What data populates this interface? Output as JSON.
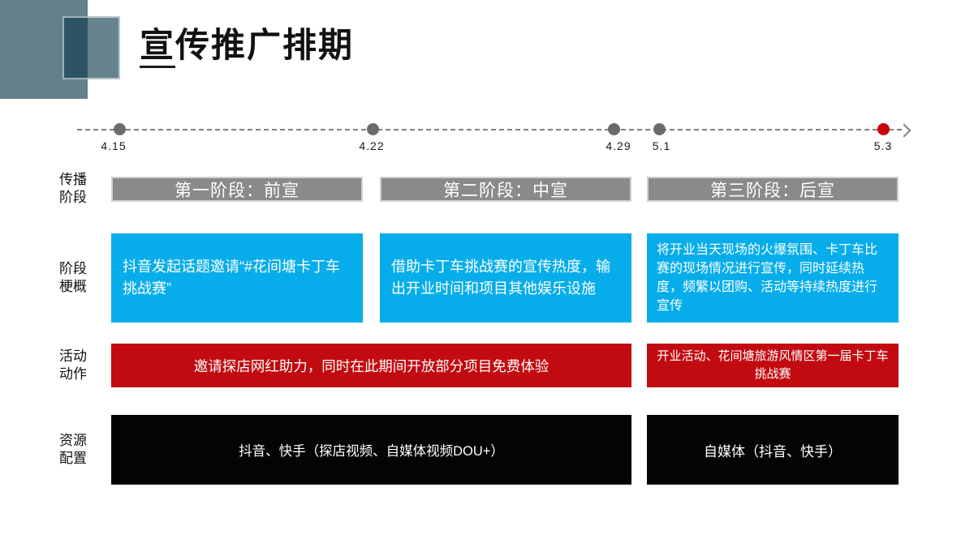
{
  "title": {
    "underlined": "宣",
    "rest": "传推广排期"
  },
  "timeline": {
    "dates": [
      {
        "label": "4.15"
      },
      {
        "label": "4.22"
      },
      {
        "label": "4.29"
      },
      {
        "label": "5.1"
      },
      {
        "label": "5.3"
      }
    ]
  },
  "row_labels": [
    {
      "line1": "传播",
      "line2": "阶段"
    },
    {
      "line1": "阶段",
      "line2": "梗概"
    },
    {
      "line1": "活动",
      "line2": "动作"
    },
    {
      "line1": "资源",
      "line2": "配置"
    }
  ],
  "phases": {
    "headers": [
      "第一阶段：前宣",
      "第二阶段：中宣",
      "第三阶段：后宣"
    ],
    "summaries": [
      "抖音发起话题邀请“#花间塘卡丁车挑战赛”",
      "借助卡丁车挑战赛的宣传热度，输出开业时间和项目其他娱乐设施",
      "将开业当天现场的火爆氛围、卡丁车比赛的现场情况进行宣传，同时延续热度，频繁以团购、活动等持续热度进行宣传"
    ],
    "actions": [
      "邀请探店网红助力，同时在此期间开放部分项目免费体验",
      "开业活动、花间塘旅游风情区第一届卡丁车挑战赛"
    ],
    "resources": [
      "抖音、快手（探店视频、自媒体视频DOU+）",
      "自媒体（抖音、快手）"
    ]
  },
  "colors": {
    "accent_blue": "#07adea",
    "accent_red": "#c20b10",
    "header_gray": "#8a8a8a",
    "box_black": "#040404",
    "timeline_dot_gray": "#6b6b6b",
    "timeline_dot_red": "#c9000a",
    "timeline_line": "#7f7f7f",
    "deco_big": "#64808b"
  }
}
